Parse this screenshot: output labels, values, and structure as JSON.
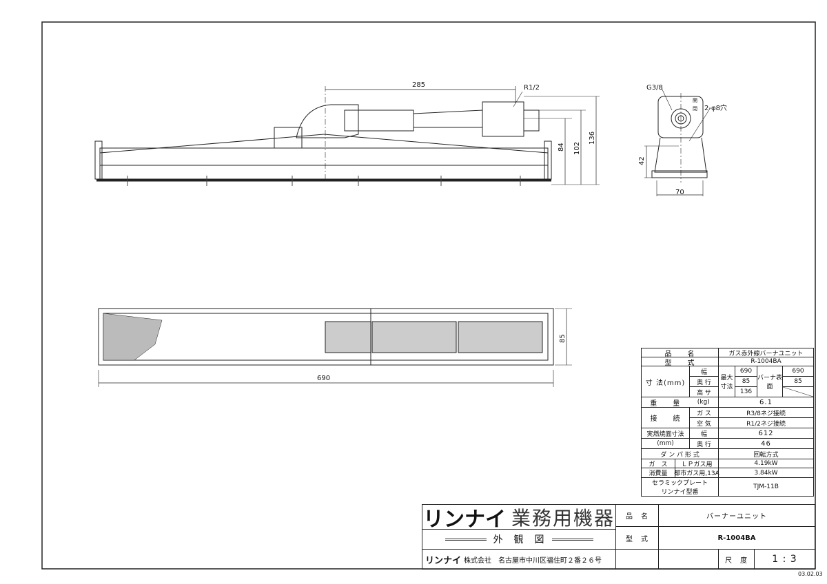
{
  "drawing": {
    "side_view": {
      "dim_length": "285",
      "pipe_thread": "R1/2",
      "dim_84": "84",
      "dim_102": "102",
      "dim_136": "136"
    },
    "end_view": {
      "gas_thread": "G3/8",
      "holes": "2-φ8穴",
      "dim_42": "42",
      "dim_70": "70",
      "open": "開",
      "close": "閉"
    },
    "top_view": {
      "dim_width": "690",
      "dim_depth": "85"
    }
  },
  "spec_table": {
    "product_name_label": "品　　名",
    "product_name": "ガス赤外線バーナユニット",
    "model_label": "型　　式",
    "model": "R-1004BA",
    "dims_label": "寸 法(mm)",
    "width_label": "幅",
    "depth_label": "奥 行",
    "height_label": "高 サ",
    "max_label": "最大寸法",
    "max_w": "690",
    "max_d": "85",
    "max_h": "136",
    "burner_label": "バーナ表面",
    "burner_w": "690",
    "burner_d": "85",
    "weight_label": "重　　量",
    "weight_unit": "(kg)",
    "weight": "6.1",
    "conn_label": "接　　続",
    "conn_gas_label": "ガ ス",
    "conn_gas": "R3/8ネジ接続",
    "conn_air_label": "空 気",
    "conn_air": "R1/2ネジ接続",
    "burn_label": "実燃焼面寸法",
    "burn_unit": "(mm)",
    "burn_w_label": "幅",
    "burn_w": "612",
    "burn_d_label": "奥 行",
    "burn_d": "46",
    "damper_label": "ダ ン パ 形 式",
    "damper": "回転方式",
    "gas_cons_label1": "ガ　ス",
    "gas_cons_label2": "消費量",
    "lp_label": "ＬＰガス用",
    "lp": "4.19kW",
    "city_label": "都市ガス用,13A",
    "city": "3.84kW",
    "ceramic_label1": "セラミックプレート",
    "ceramic_label2": "リンナイ型番",
    "ceramic": "TJM-11B"
  },
  "title_block": {
    "brand": "リンナイ",
    "brand_sub": "業務用機器",
    "drawing_type": "外　観　図",
    "company_brand": "リンナイ",
    "company": "株式会社　名古屋市中川区福住町２番２６号",
    "name_label": "品　名",
    "name": "バーナーユニット",
    "model_label": "型　式",
    "model": "R-1004BA",
    "scale_label": "尺　度",
    "scale": "1 : 3",
    "date": "03.02.03"
  }
}
